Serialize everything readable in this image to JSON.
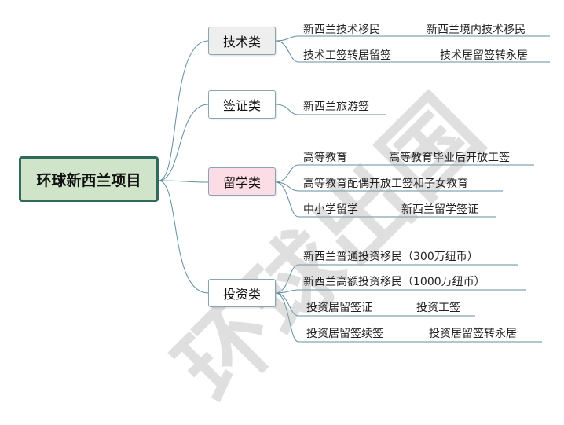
{
  "root": {
    "label": "环球新西兰项目"
  },
  "categories": [
    {
      "label": "技术类",
      "rows": [
        [
          "新西兰技术移民",
          "新西兰境内技术移民"
        ],
        [
          "技术工签转居留签",
          "技术居留签转永居"
        ]
      ]
    },
    {
      "label": "签证类",
      "rows": [
        [
          "新西兰旅游签"
        ]
      ]
    },
    {
      "label": "留学类",
      "rows": [
        [
          "高等教育",
          "高等教育毕业后开放工签"
        ],
        [
          "高等教育配偶开放工签和子女教育"
        ],
        [
          "中小学留学",
          "新西兰留学签证"
        ]
      ]
    },
    {
      "label": "投资类",
      "rows": [
        [
          "新西兰普通投资移民（300万纽币）"
        ],
        [
          "新西兰高额投资移民（1000万纽币）"
        ],
        [
          "投资居留签证",
          "投资工签"
        ],
        [
          "投资居留签续签",
          "投资居留签转永居"
        ]
      ]
    }
  ],
  "watermark": "环球出国",
  "colors": {
    "line": "#5f8fa0",
    "root_fill": "#cfe4c8",
    "root_border": "#2f6a5a",
    "gray_fill": "#eeeeee",
    "pink_fill": "#fcdde5"
  }
}
